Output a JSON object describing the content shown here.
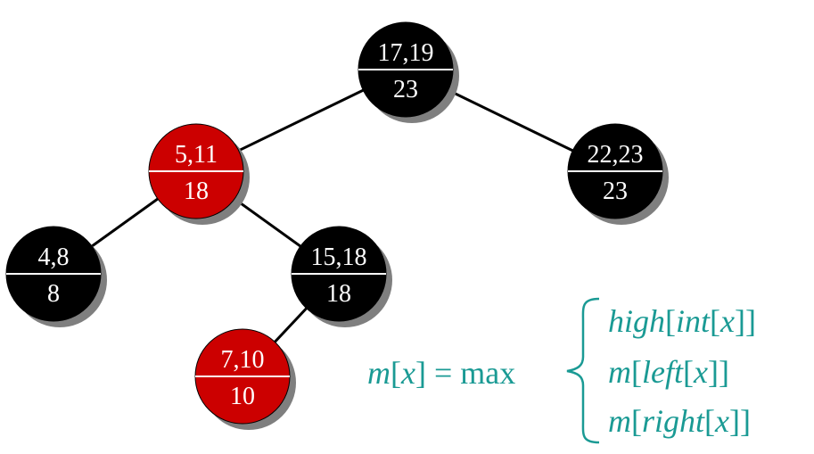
{
  "colors": {
    "black_node": "#000000",
    "red_node": "#cc0000",
    "shadow": "#7f7f7f",
    "edge": "#000000",
    "node_text": "#ffffff",
    "formula": "#1a9a94"
  },
  "tree": {
    "nodes": [
      {
        "id": "n17",
        "interval": "17,19",
        "max": "23",
        "color": "black"
      },
      {
        "id": "n5",
        "interval": "5,11",
        "max": "18",
        "color": "red"
      },
      {
        "id": "n22",
        "interval": "22,23",
        "max": "23",
        "color": "black"
      },
      {
        "id": "n4",
        "interval": "4,8",
        "max": "8",
        "color": "black"
      },
      {
        "id": "n15",
        "interval": "15,18",
        "max": "18",
        "color": "black"
      },
      {
        "id": "n7",
        "interval": "7,10",
        "max": "10",
        "color": "red"
      }
    ],
    "edges": [
      [
        "n17",
        "n5"
      ],
      [
        "n17",
        "n22"
      ],
      [
        "n5",
        "n4"
      ],
      [
        "n5",
        "n15"
      ],
      [
        "n15",
        "n7"
      ]
    ]
  },
  "formula": {
    "lhs_m": "m",
    "lhs_open": "[",
    "lhs_x": "x",
    "lhs_close": "] = max",
    "cases": [
      {
        "a": "high",
        "b": "[",
        "c": "int",
        "d": "[",
        "e": "x",
        "f": "]]"
      },
      {
        "a": "m",
        "b": "[",
        "c": "left",
        "d": "[",
        "e": "x",
        "f": "]]"
      },
      {
        "a": "m",
        "b": "[",
        "c": "right",
        "d": "[",
        "e": "x",
        "f": "]]"
      }
    ]
  }
}
